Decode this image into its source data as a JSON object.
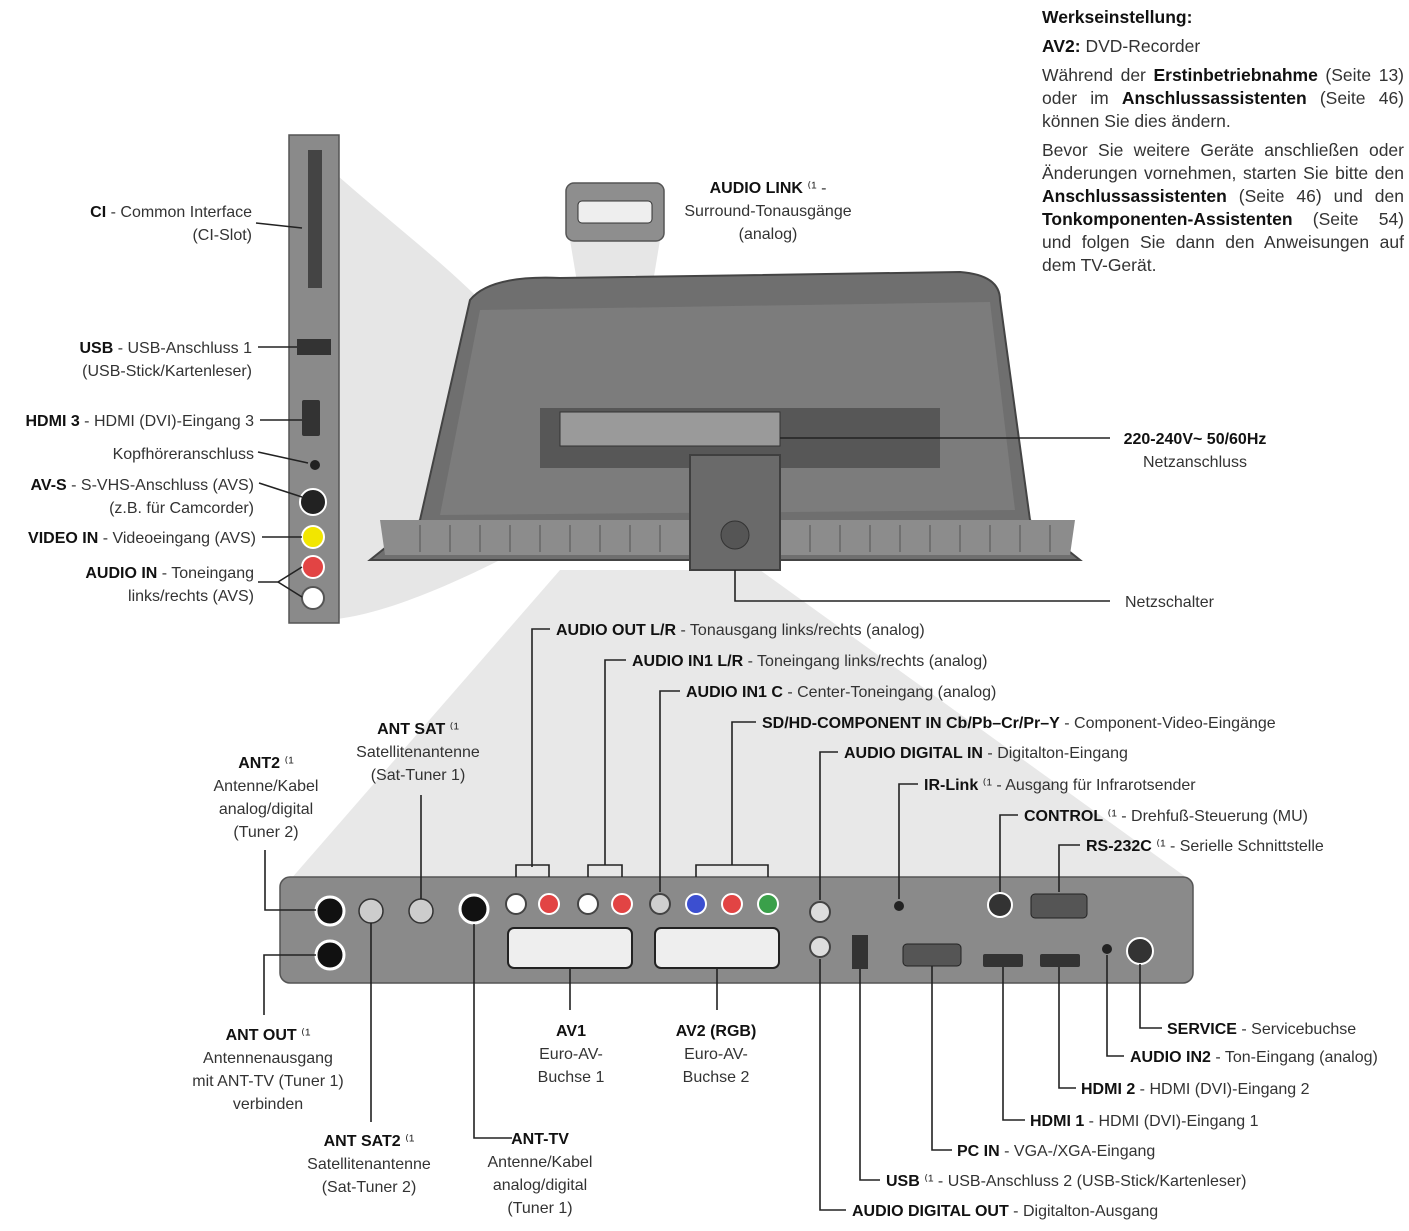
{
  "notes": {
    "heading": "Werkseinstellung:",
    "av2_label": "AV2:",
    "av2_value": "DVD-Recorder",
    "para1": [
      {
        "t": "Während der ",
        "b": false
      },
      {
        "t": "Erstinbetriebnahme",
        "b": true
      },
      {
        "t": " (Seite 13) oder im ",
        "b": false
      },
      {
        "t": "Anschlussassistenten",
        "b": true
      },
      {
        "t": " (Seite 46) können Sie dies ändern.",
        "b": false
      }
    ],
    "para2": [
      {
        "t": "Bevor Sie weitere Geräte anschließen oder Änderungen vornehmen, starten Sie bitte den ",
        "b": false
      },
      {
        "t": "Anschlussassistenten",
        "b": true
      },
      {
        "t": " (Seite 46) und den ",
        "b": false
      },
      {
        "t": "Tonkomponenten-Assistenten",
        "b": true
      },
      {
        "t": " (Seite 54) und folgen Sie dann den Anweisungen auf dem TV-Gerät.",
        "b": false
      }
    ]
  },
  "callouts": [
    {
      "id": "ci",
      "lines": [
        [
          [
            "CI",
            true
          ],
          [
            " - Common Interface",
            false
          ]
        ],
        [
          [
            "(CI-Slot)",
            false
          ]
        ]
      ]
    },
    {
      "id": "usb1",
      "lines": [
        [
          [
            "USB",
            true
          ],
          [
            " - USB-Anschluss 1",
            false
          ]
        ],
        [
          [
            "(USB-Stick/Kartenleser)",
            false
          ]
        ]
      ]
    },
    {
      "id": "hdmi3",
      "lines": [
        [
          [
            "HDMI 3",
            true
          ],
          [
            " - HDMI (DVI)-Eingang 3",
            false
          ]
        ]
      ]
    },
    {
      "id": "headphone",
      "lines": [
        [
          [
            "Kopfhöreranschluss",
            false
          ]
        ]
      ]
    },
    {
      "id": "avs",
      "lines": [
        [
          [
            "AV-S",
            true
          ],
          [
            " - S-VHS-Anschluss (AVS)",
            false
          ]
        ],
        [
          [
            "(z.B. für Camcorder)",
            false
          ]
        ]
      ]
    },
    {
      "id": "videoin",
      "lines": [
        [
          [
            "VIDEO IN",
            true
          ],
          [
            " - Videoeingang (AVS)",
            false
          ]
        ]
      ]
    },
    {
      "id": "audioin",
      "lines": [
        [
          [
            "AUDIO IN",
            true
          ],
          [
            " - Toneingang",
            false
          ]
        ],
        [
          [
            "links/rechts (AVS)",
            false
          ]
        ]
      ]
    },
    {
      "id": "audiolink",
      "lines": [
        [
          [
            "AUDIO LINK",
            true
          ],
          [
            " ⁽¹ -",
            false
          ]
        ],
        [
          [
            "Surround-Tonausgänge",
            false
          ]
        ],
        [
          [
            "(analog)",
            false
          ]
        ]
      ]
    },
    {
      "id": "power",
      "lines": [
        [
          [
            "220-240V~ 50/60Hz",
            true
          ]
        ],
        [
          [
            "Netzanschluss",
            false
          ]
        ]
      ]
    },
    {
      "id": "switch",
      "lines": [
        [
          [
            "Netzschalter",
            false
          ]
        ]
      ]
    },
    {
      "id": "audioout",
      "lines": [
        [
          [
            "AUDIO OUT L/R",
            true
          ],
          [
            " - Tonausgang links/rechts (analog)",
            false
          ]
        ]
      ]
    },
    {
      "id": "audioin1",
      "lines": [
        [
          [
            "AUDIO IN1 L/R",
            true
          ],
          [
            " - Toneingang links/rechts (analog)",
            false
          ]
        ]
      ]
    },
    {
      "id": "audioin1c",
      "lines": [
        [
          [
            "AUDIO IN1 C",
            true
          ],
          [
            " - Center-Toneingang (analog)",
            false
          ]
        ]
      ]
    },
    {
      "id": "component",
      "lines": [
        [
          [
            "SD/HD-COMPONENT IN Cb/Pb–Cr/Pr–Y",
            true
          ],
          [
            " - Component-Video-Eingänge",
            false
          ]
        ]
      ]
    },
    {
      "id": "audiodigin",
      "lines": [
        [
          [
            "AUDIO DIGITAL IN",
            true
          ],
          [
            " - Digitalton-Eingang",
            false
          ]
        ]
      ]
    },
    {
      "id": "irlink",
      "lines": [
        [
          [
            "IR-Link",
            true
          ],
          [
            " ⁽¹ - Ausgang für Infrarotsender",
            false
          ]
        ]
      ]
    },
    {
      "id": "control",
      "lines": [
        [
          [
            "CONTROL",
            true
          ],
          [
            " ⁽¹ - Drehfuß-Steuerung (MU)",
            false
          ]
        ]
      ]
    },
    {
      "id": "rs232",
      "lines": [
        [
          [
            "RS-232C",
            true
          ],
          [
            " ⁽¹ - Serielle Schnittstelle",
            false
          ]
        ]
      ]
    },
    {
      "id": "antsat",
      "lines": [
        [
          [
            "ANT SAT",
            true
          ],
          [
            " ⁽¹",
            false
          ]
        ],
        [
          [
            "Satellitenantenne",
            false
          ]
        ],
        [
          [
            "(Sat-Tuner 1)",
            false
          ]
        ]
      ]
    },
    {
      "id": "ant2",
      "lines": [
        [
          [
            "ANT2",
            true
          ],
          [
            " ⁽¹",
            false
          ]
        ],
        [
          [
            "Antenne/Kabel",
            false
          ]
        ],
        [
          [
            "analog/digital",
            false
          ]
        ],
        [
          [
            "(Tuner 2)",
            false
          ]
        ]
      ]
    },
    {
      "id": "antout",
      "lines": [
        [
          [
            "ANT OUT",
            true
          ],
          [
            " ⁽¹",
            false
          ]
        ],
        [
          [
            "Antennenausgang",
            false
          ]
        ],
        [
          [
            "mit ANT-TV (Tuner 1)",
            false
          ]
        ],
        [
          [
            "verbinden",
            false
          ]
        ]
      ]
    },
    {
      "id": "antsat2",
      "lines": [
        [
          [
            "ANT SAT2",
            true
          ],
          [
            " ⁽¹",
            false
          ]
        ],
        [
          [
            "Satellitenantenne",
            false
          ]
        ],
        [
          [
            "(Sat-Tuner 2)",
            false
          ]
        ]
      ]
    },
    {
      "id": "anttv",
      "lines": [
        [
          [
            "ANT-TV",
            true
          ]
        ],
        [
          [
            "Antenne/Kabel",
            false
          ]
        ],
        [
          [
            "analog/digital",
            false
          ]
        ],
        [
          [
            "(Tuner 1)",
            false
          ]
        ]
      ]
    },
    {
      "id": "av1",
      "lines": [
        [
          [
            "AV1",
            true
          ]
        ],
        [
          [
            "Euro-AV-",
            false
          ]
        ],
        [
          [
            "Buchse 1",
            false
          ]
        ]
      ]
    },
    {
      "id": "av2",
      "lines": [
        [
          [
            "AV2 (RGB)",
            true
          ]
        ],
        [
          [
            "Euro-AV-",
            false
          ]
        ],
        [
          [
            "Buchse 2",
            false
          ]
        ]
      ]
    },
    {
      "id": "service",
      "lines": [
        [
          [
            "SERVICE",
            true
          ],
          [
            " - Servicebuchse",
            false
          ]
        ]
      ]
    },
    {
      "id": "audioin2",
      "lines": [
        [
          [
            "AUDIO IN2",
            true
          ],
          [
            " - Ton-Eingang (analog)",
            false
          ]
        ]
      ]
    },
    {
      "id": "hdmi2",
      "lines": [
        [
          [
            "HDMI 2",
            true
          ],
          [
            " - HDMI (DVI)-Eingang 2",
            false
          ]
        ]
      ]
    },
    {
      "id": "hdmi1",
      "lines": [
        [
          [
            "HDMI 1",
            true
          ],
          [
            " - HDMI (DVI)-Eingang 1",
            false
          ]
        ]
      ]
    },
    {
      "id": "pcin",
      "lines": [
        [
          [
            "PC IN",
            true
          ],
          [
            " - VGA-/XGA-Eingang",
            false
          ]
        ]
      ]
    },
    {
      "id": "usb2",
      "lines": [
        [
          [
            "USB",
            true
          ],
          [
            " ⁽¹ - USB-Anschluss 2 (USB-Stick/Kartenleser)",
            false
          ]
        ]
      ]
    },
    {
      "id": "audiodigout",
      "lines": [
        [
          [
            "AUDIO DIGITAL OUT",
            true
          ],
          [
            " - Digitalton-Ausgang",
            false
          ]
        ]
      ]
    }
  ]
}
